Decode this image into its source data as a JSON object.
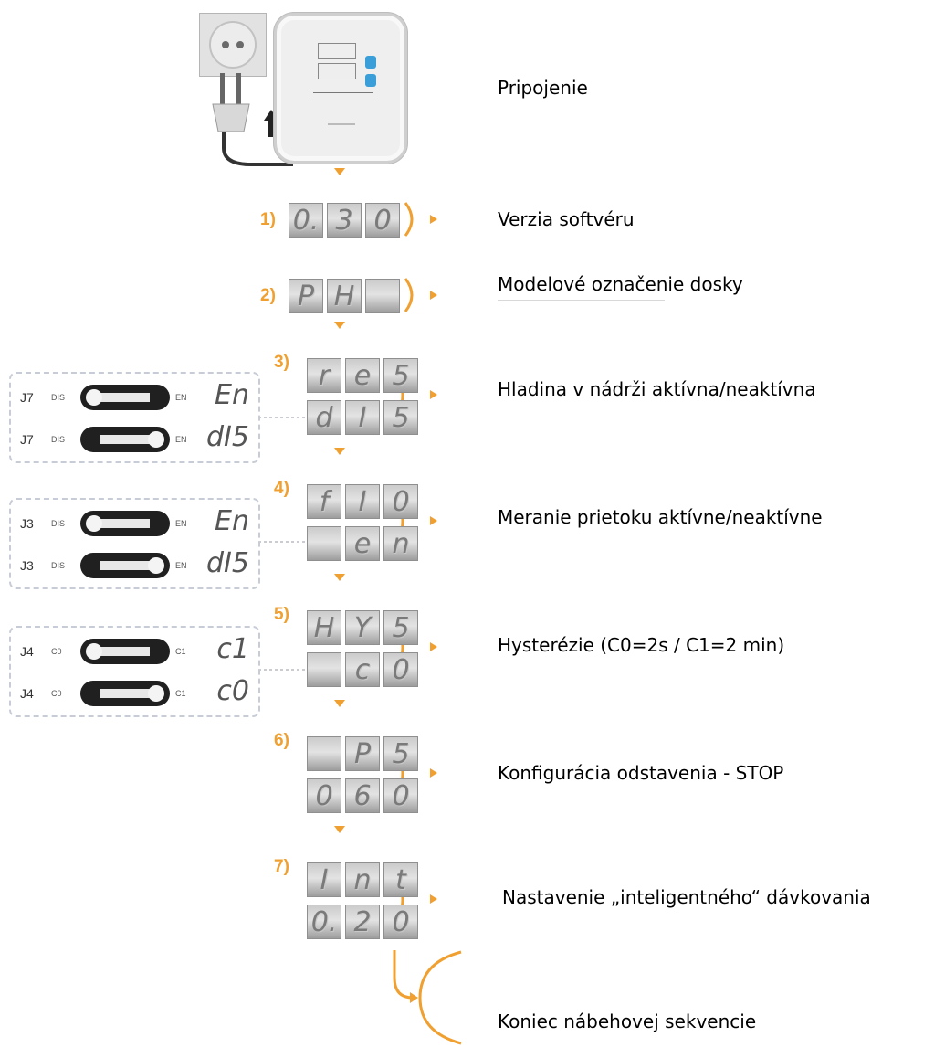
{
  "labels": {
    "connection": "Pripojenie",
    "step1": "Verzia softvéru",
    "step2": "Modelové označenie dosky",
    "step3": "Hladina v nádrži aktívna/neaktívna",
    "step4": "Meranie prietoku aktívne/neaktívne",
    "step5": "Hysterézie (C0=2s / C1=2 min)",
    "step6": "Konfigurácia odstavenia - STOP",
    "step7": "Nastavenie „inteligentného“ dávkovania",
    "end": "Koniec nábehovej sekvencie"
  },
  "steps": {
    "s1": {
      "num": "1)",
      "d1": "0.",
      "d2": "3",
      "d3": "0"
    },
    "s2": {
      "num": "2)",
      "d1": "P",
      "d2": "H",
      "d3": ""
    },
    "s3": {
      "num": "3)",
      "a1": "r",
      "a2": "e",
      "a3": "5",
      "b1": "d",
      "b2": "I",
      "b3": "5"
    },
    "s4": {
      "num": "4)",
      "a1": "f",
      "a2": "I",
      "a3": "0",
      "b1": "",
      "b2": "e",
      "b3": "n"
    },
    "s5": {
      "num": "5)",
      "a1": "H",
      "a2": "Y",
      "a3": "5",
      "b1": "",
      "b2": "c",
      "b3": "0"
    },
    "s6": {
      "num": "6)",
      "a1": "",
      "a2": "P",
      "a3": "5",
      "b1": "0",
      "b2": "6",
      "b3": "0"
    },
    "s7": {
      "num": "7)",
      "a1": "I",
      "a2": "n",
      "a3": "t",
      "b1": "0.",
      "b2": "2",
      "b3": "0"
    }
  },
  "jumpers": {
    "j7": {
      "name": "J7",
      "left": "DIS",
      "right": "EN",
      "v1": "En",
      "v2": "dI5"
    },
    "j3": {
      "name": "J3",
      "left": "DIS",
      "right": "EN",
      "v1": "En",
      "v2": "dI5"
    },
    "j4": {
      "name": "J4",
      "left": "C0",
      "right": "C1",
      "v1": "c1",
      "v2": "c0"
    }
  },
  "colors": {
    "accent": "#f0a030",
    "display": "#cfcfcf"
  }
}
